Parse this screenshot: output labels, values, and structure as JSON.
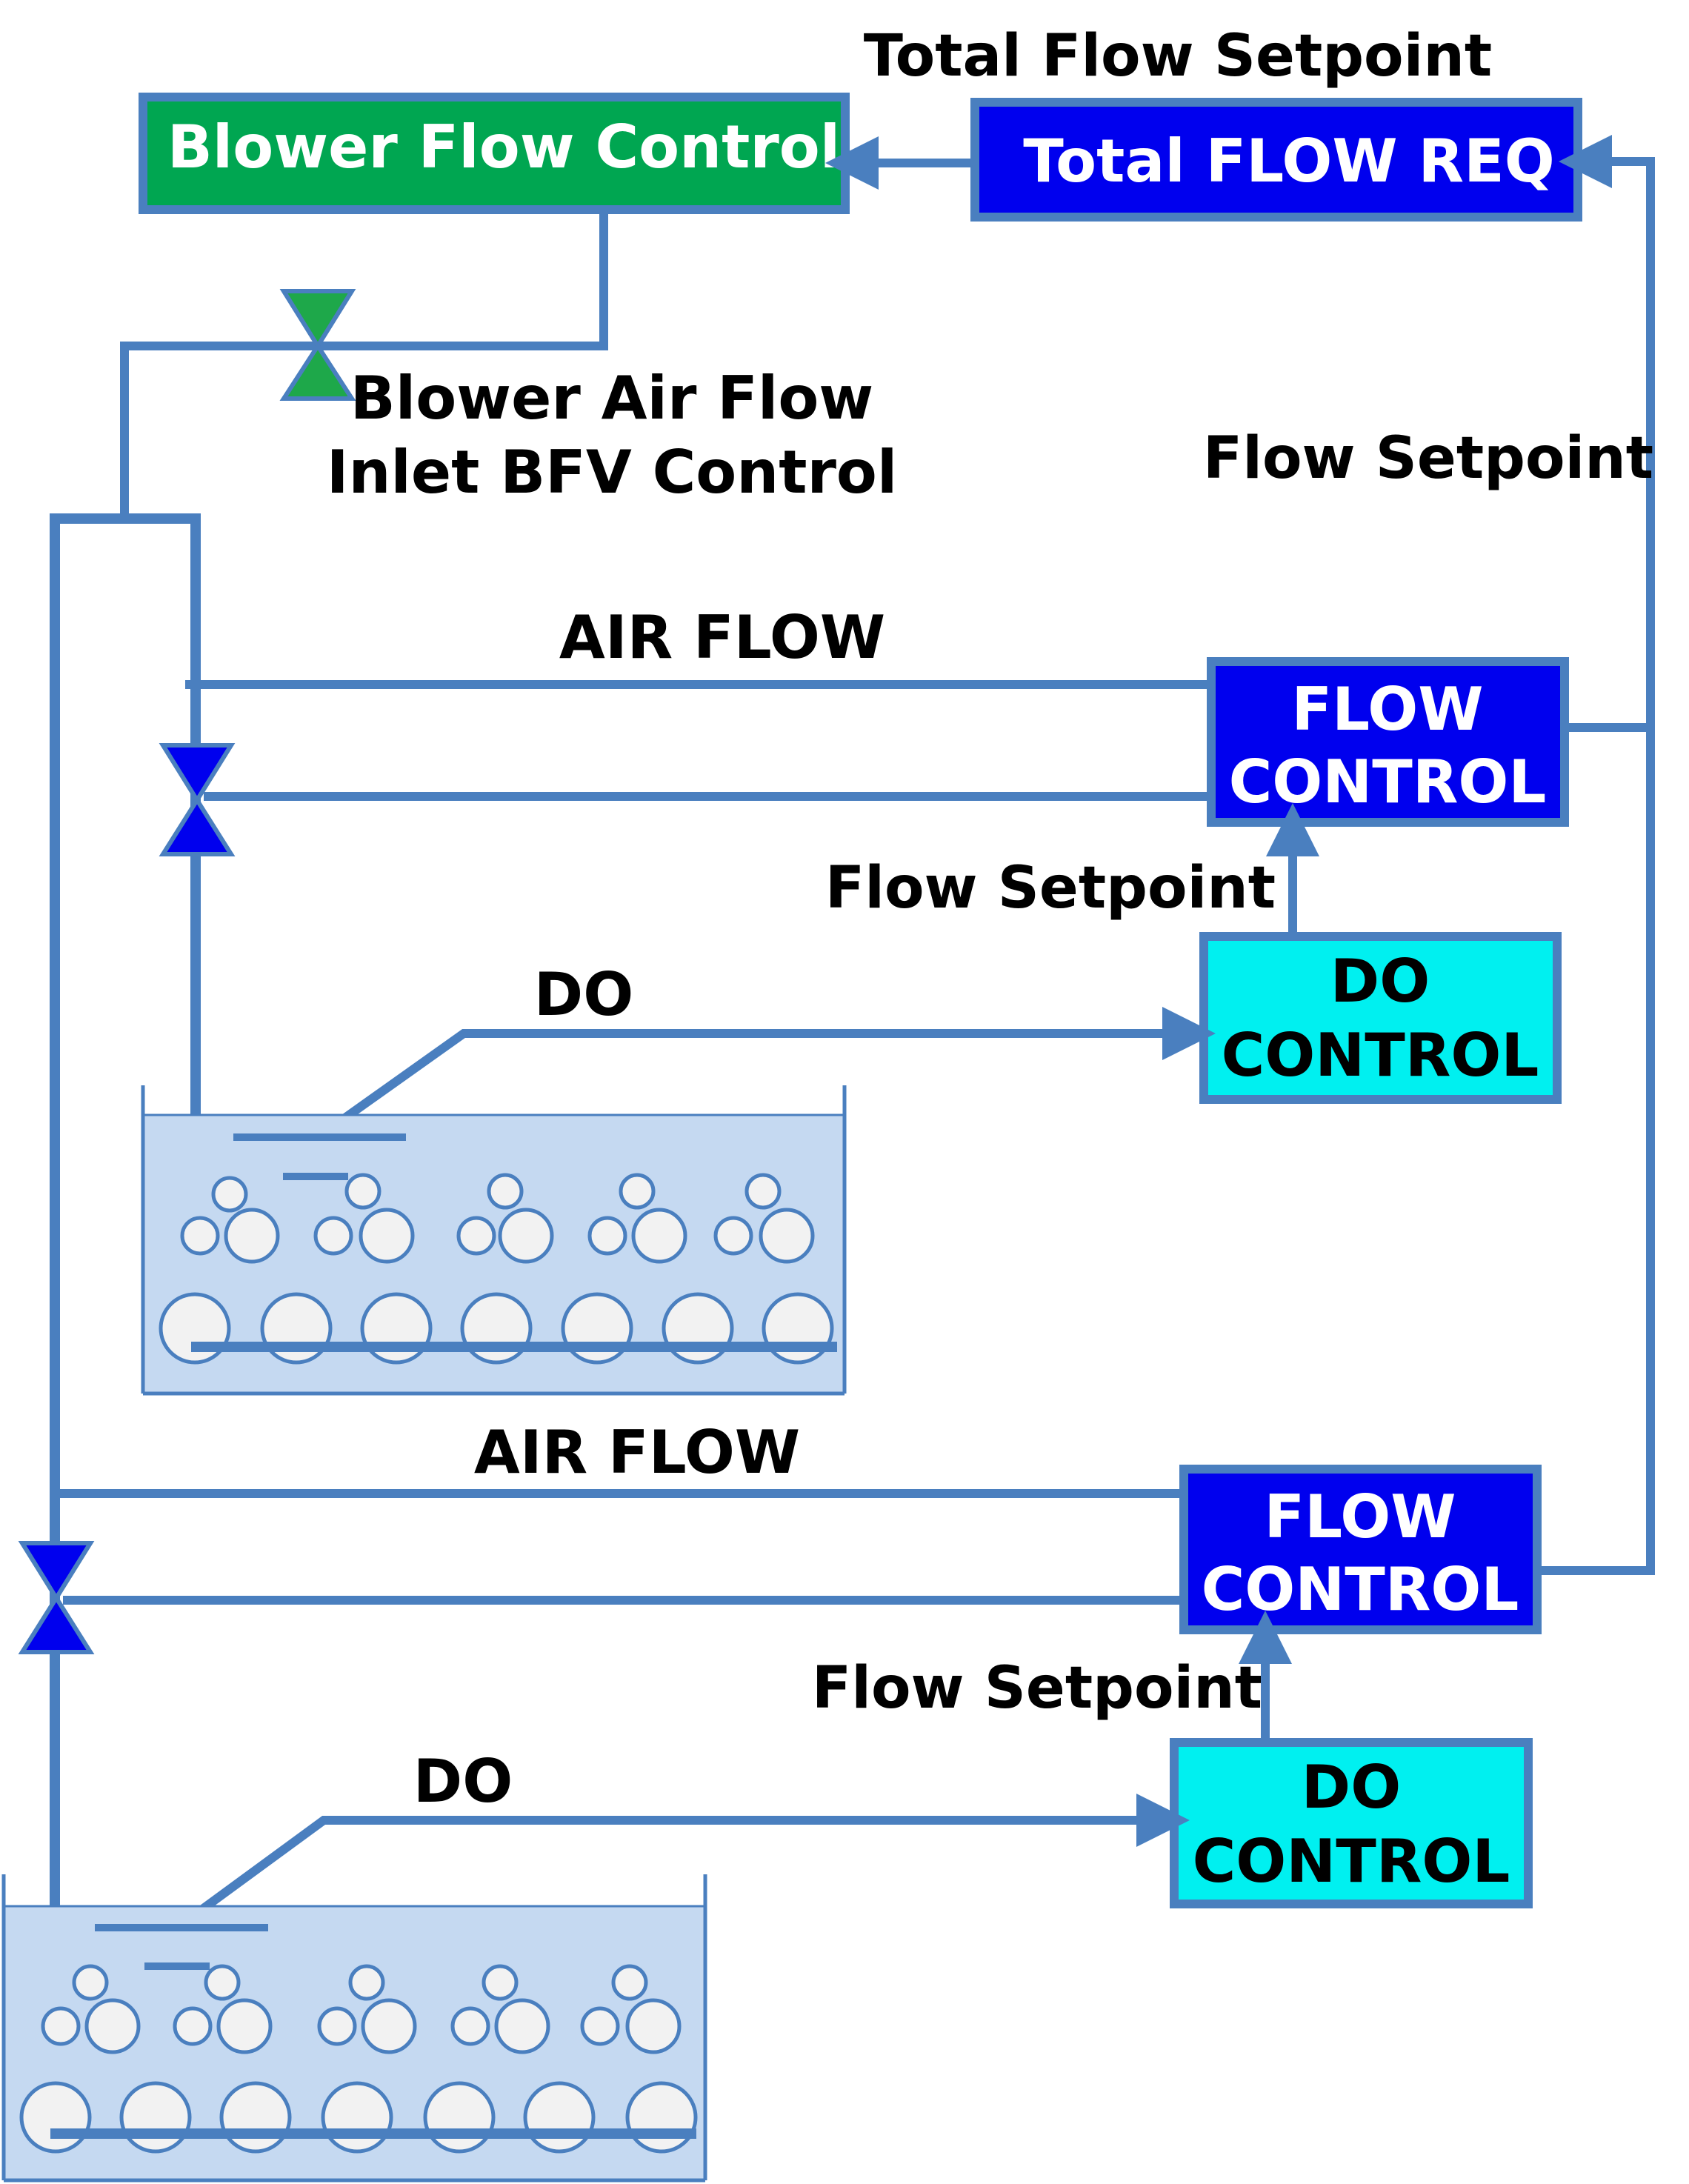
{
  "colors": {
    "pipe": "#4a7fbf",
    "blower_box": "#00a651",
    "blower_valve": "#1ea84a",
    "flow_box": "#0000ee",
    "do_box": "#00f0f0",
    "tank_fill": "#c5d9f1",
    "bubble_fill": "#f2f2f2",
    "valve_blue": "#0000ee"
  },
  "labels": {
    "total_flow_setpoint": "Total Flow Setpoint",
    "blower_flow_control": "Blower Flow Control",
    "total_flow_req": "Total FLOW REQ",
    "blower_air_flow_line1": "Blower Air Flow",
    "blower_air_flow_line2": "Inlet BFV Control",
    "flow_setpoint_main": "Flow Setpoint"
  },
  "zones": [
    {
      "air_flow": "AIR FLOW",
      "flow_control_line1": "FLOW",
      "flow_control_line2": "CONTROL",
      "flow_setpoint": "Flow Setpoint",
      "do_label": "DO",
      "do_control_line1": "DO",
      "do_control_line2": "CONTROL"
    },
    {
      "air_flow": "AIR FLOW",
      "flow_control_line1": "FLOW",
      "flow_control_line2": "CONTROL",
      "flow_setpoint": "Flow Setpoint",
      "do_label": "DO",
      "do_control_line1": "DO",
      "do_control_line2": "CONTROL"
    }
  ]
}
